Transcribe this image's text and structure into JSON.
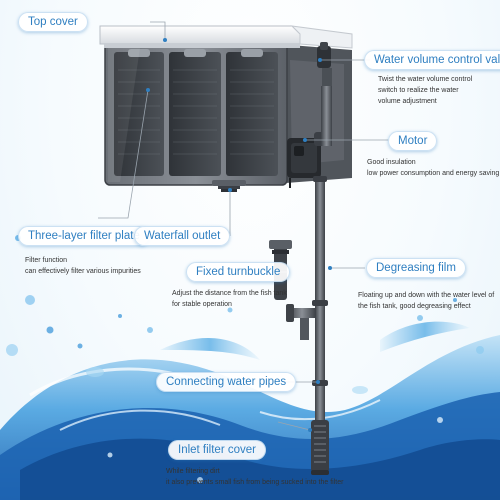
{
  "callouts": {
    "top_cover": {
      "label": "Top cover"
    },
    "valve": {
      "label": "Water volume control valve",
      "desc": [
        "Twist the water volume control",
        "switch to realize the water",
        "volume adjustment"
      ]
    },
    "motor": {
      "label": "Motor",
      "desc": [
        "Good insulation",
        "low power consumption and energy saving"
      ]
    },
    "filter_plate": {
      "label": "Three-layer filter plate",
      "desc": [
        "Filter function",
        "can effectively filter various impurities"
      ]
    },
    "waterfall": {
      "label": "Waterfall outlet"
    },
    "turnbuckle": {
      "label": "Fixed turnbuckle",
      "desc": [
        "Adjust the distance from the fish tank",
        "for stable operation"
      ]
    },
    "degreasing": {
      "label": "Degreasing film",
      "desc": [
        "Floating up and down with the water level of",
        "the fish tank, good degreasing effect"
      ]
    },
    "pipes": {
      "label": "Connecting water pipes"
    },
    "inlet": {
      "label": "Inlet filter cover",
      "desc": [
        "While filtering dirt",
        "it also prevents small fish from being sucked into the filter"
      ]
    }
  },
  "colors": {
    "label_text": "#2f7fc1",
    "leader_line": "#9aa4ae",
    "water": "#2a86d0",
    "filter_housing": "#4a4e54"
  },
  "icons": {
    "pump": "hang-on-back-filter-illustration",
    "water": "water-splash-illustration"
  }
}
